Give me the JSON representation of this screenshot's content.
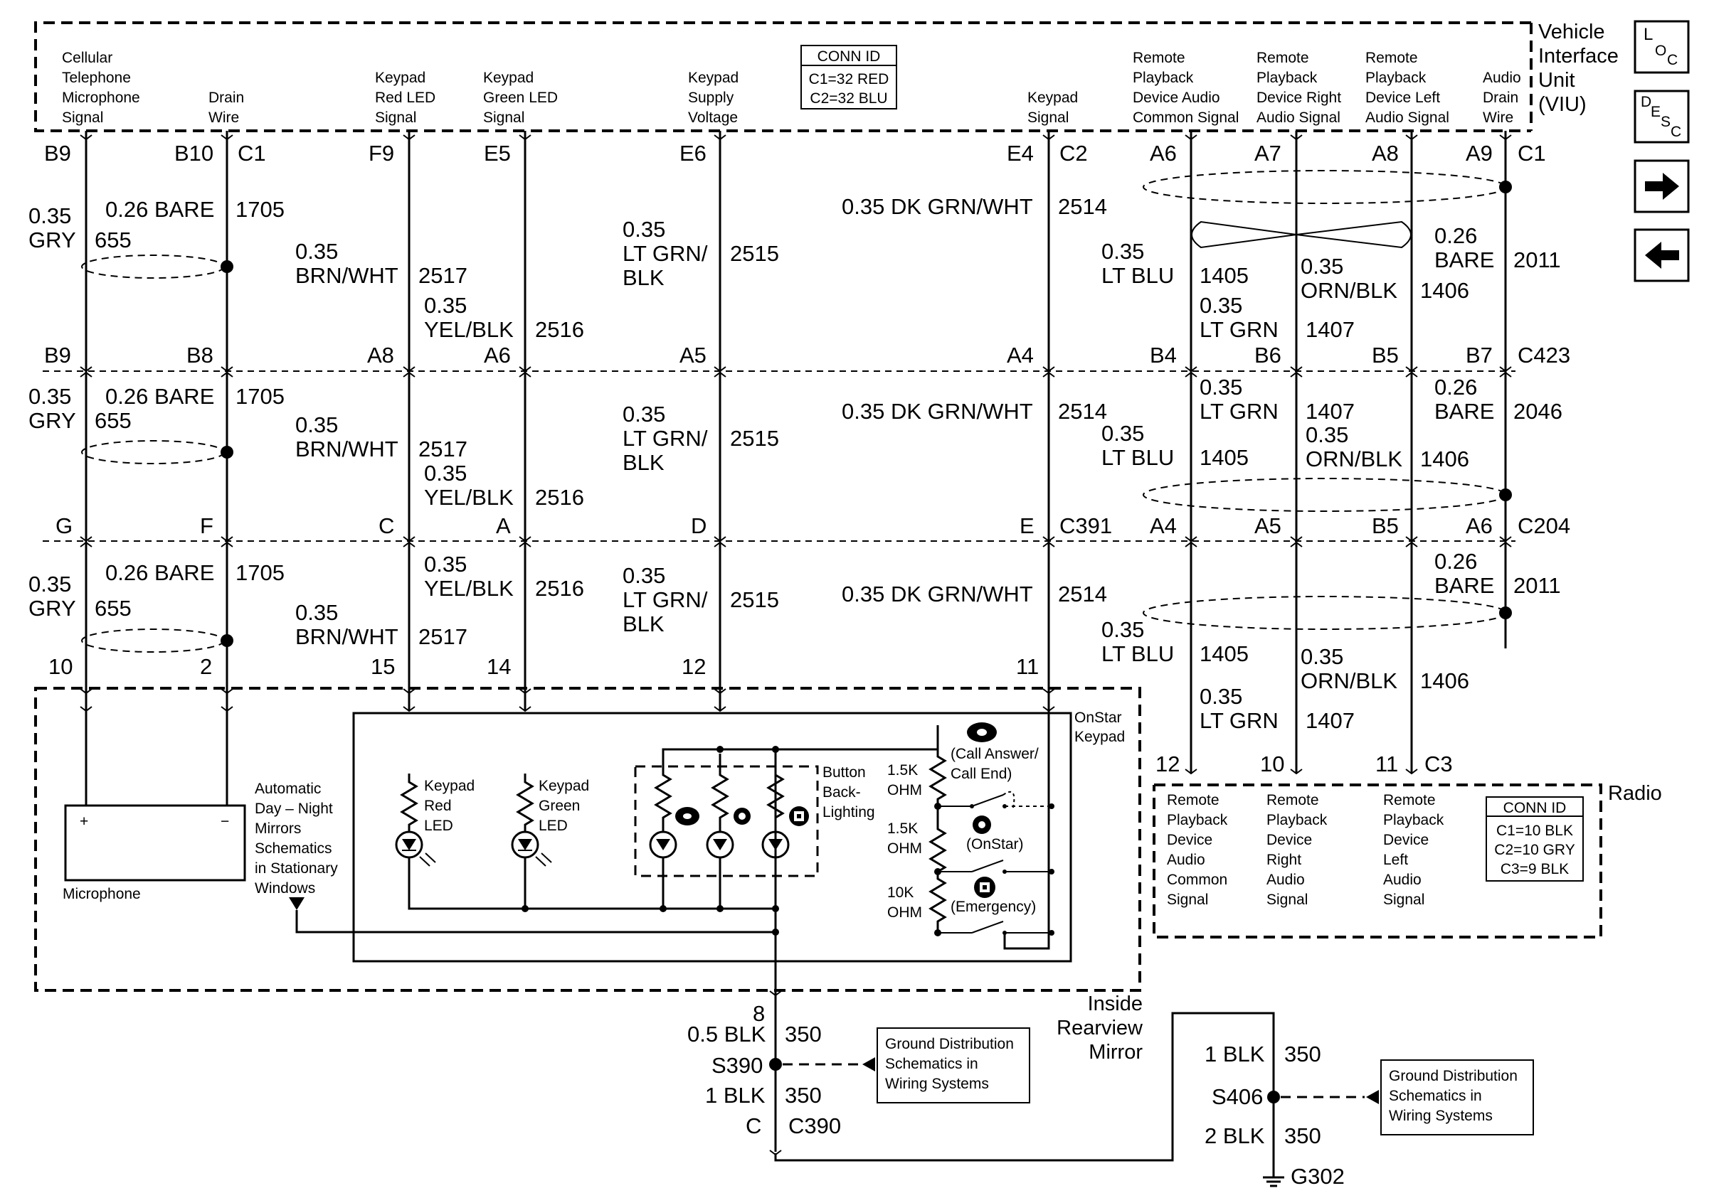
{
  "modules": {
    "viu": {
      "name_lines": [
        "Vehicle",
        "Interface",
        "Unit",
        "(VIU)"
      ]
    },
    "keypad": {
      "name_lines": [
        "OnStar",
        "Keypad"
      ]
    },
    "mirror": {
      "name_lines": [
        "Inside",
        "Rearview",
        "Mirror"
      ]
    },
    "radio": {
      "name": "Radio"
    }
  },
  "conn_id_viu": {
    "title": "CONN ID",
    "rows": [
      "C1=32 RED",
      "C2=32 BLU"
    ]
  },
  "conn_id_radio": {
    "title": "CONN ID",
    "rows": [
      "C1=10 BLK",
      "C2=10 GRY",
      "C3=9 BLK"
    ]
  },
  "viu_pin_labels": [
    [
      "Cellular",
      "Telephone",
      "Microphone",
      "Signal"
    ],
    [
      "Drain",
      "Wire"
    ],
    [
      "Keypad",
      "Red LED",
      "Signal"
    ],
    [
      "Keypad",
      "Green LED",
      "Signal"
    ],
    [
      "Keypad",
      "Supply",
      "Voltage"
    ],
    [
      "Keypad",
      "Signal"
    ],
    [
      "Remote",
      "Playback",
      "Device Audio",
      "Common Signal"
    ],
    [
      "Remote",
      "Playback",
      "Device Right",
      "Audio Signal"
    ],
    [
      "Remote",
      "Playback",
      "Device Left",
      "Audio Signal"
    ],
    [
      "Audio",
      "Drain",
      "Wire"
    ]
  ],
  "radio_pin_labels": [
    [
      "Remote",
      "Playback",
      "Device",
      "Audio",
      "Common",
      "Signal"
    ],
    [
      "Remote",
      "Playback",
      "Device",
      "Right",
      "Audio",
      "Signal"
    ],
    [
      "Remote",
      "Playback",
      "Device",
      "Left",
      "Audio",
      "Signal"
    ]
  ],
  "components": {
    "microphone": "Microphone",
    "mic_plus": "+",
    "mic_minus": "−",
    "auto_mirror_ref": [
      "Automatic",
      "Day – Night",
      "Mirrors",
      "Schematics",
      "in Stationary",
      "Windows"
    ],
    "red_led": [
      "Keypad",
      "Red",
      "LED"
    ],
    "green_led": [
      "Keypad",
      "Green",
      "LED"
    ],
    "backlighting": [
      "Button",
      "Back-",
      "Lighting"
    ],
    "r1": [
      "1.5K",
      "OHM"
    ],
    "r2": [
      "1.5K",
      "OHM"
    ],
    "r3": [
      "10K",
      "OHM"
    ],
    "sw1": [
      "(Call Answer/",
      "Call End)"
    ],
    "sw2": "(OnStar)",
    "sw3": "(Emergency)"
  },
  "pins": {
    "row1": [
      {
        "t": "B9"
      },
      {
        "t": "B10"
      },
      {
        "t": "C1"
      },
      {
        "t": "F9"
      },
      {
        "t": "E5"
      },
      {
        "t": "E6"
      },
      {
        "t": "E4"
      },
      {
        "t": "C2"
      },
      {
        "t": "A6"
      },
      {
        "t": "A7"
      },
      {
        "t": "A8"
      },
      {
        "t": "A9"
      },
      {
        "t": "C1"
      }
    ],
    "row2": [
      {
        "t": "B9"
      },
      {
        "t": "B8"
      },
      {
        "t": "A8"
      },
      {
        "t": "A6"
      },
      {
        "t": "A5"
      },
      {
        "t": "A4"
      },
      {
        "t": "B4"
      },
      {
        "t": "B6"
      },
      {
        "t": "B5"
      },
      {
        "t": "B7"
      },
      {
        "t": "C423"
      }
    ],
    "row3": [
      {
        "t": "G"
      },
      {
        "t": "F"
      },
      {
        "t": "C"
      },
      {
        "t": "A"
      },
      {
        "t": "D"
      },
      {
        "t": "E"
      },
      {
        "t": "C391"
      },
      {
        "t": "A4"
      },
      {
        "t": "A5"
      },
      {
        "t": "B5"
      },
      {
        "t": "A6"
      },
      {
        "t": "C204"
      }
    ],
    "row4": [
      {
        "t": "10"
      },
      {
        "t": "2"
      },
      {
        "t": "15"
      },
      {
        "t": "14"
      },
      {
        "t": "12"
      },
      {
        "t": "11"
      }
    ],
    "radio": [
      {
        "t": "12"
      },
      {
        "t": "10"
      },
      {
        "t": "11"
      },
      {
        "t": "C3"
      }
    ],
    "mirror_ground": [
      {
        "t": "8"
      },
      {
        "t": "C"
      },
      {
        "t": "C390"
      }
    ]
  },
  "wires": {
    "seg1": [
      {
        "t": "0.35"
      },
      {
        "t": "GRY"
      },
      {
        "t": "655"
      },
      {
        "t": "0.26 BARE"
      },
      {
        "t": "1705"
      },
      {
        "t": "0.35"
      },
      {
        "t": "BRN/WHT"
      },
      {
        "t": "2517"
      },
      {
        "t": "0.35"
      },
      {
        "t": "YEL/BLK"
      },
      {
        "t": "2516"
      },
      {
        "t": "0.35"
      },
      {
        "t": "LT GRN/"
      },
      {
        "t": "BLK"
      },
      {
        "t": "2515"
      },
      {
        "t": "0.35 DK GRN/WHT"
      },
      {
        "t": "2514"
      },
      {
        "t": "0.35"
      },
      {
        "t": "LT BLU"
      },
      {
        "t": "1405"
      },
      {
        "t": "0.35"
      },
      {
        "t": "LT GRN"
      },
      {
        "t": "1407"
      },
      {
        "t": "0.35"
      },
      {
        "t": "ORN/BLK"
      },
      {
        "t": "1406"
      },
      {
        "t": "0.26"
      },
      {
        "t": "BARE"
      },
      {
        "t": "2011"
      }
    ],
    "seg2": [
      {
        "t": "0.35"
      },
      {
        "t": "GRY"
      },
      {
        "t": "655"
      },
      {
        "t": "0.26 BARE"
      },
      {
        "t": "1705"
      },
      {
        "t": "0.35"
      },
      {
        "t": "BRN/WHT"
      },
      {
        "t": "2517"
      },
      {
        "t": "0.35"
      },
      {
        "t": "YEL/BLK"
      },
      {
        "t": "2516"
      },
      {
        "t": "0.35"
      },
      {
        "t": "LT GRN/"
      },
      {
        "t": "BLK"
      },
      {
        "t": "2515"
      },
      {
        "t": "0.35 DK GRN/WHT"
      },
      {
        "t": "2514"
      },
      {
        "t": "0.35"
      },
      {
        "t": "LT GRN"
      },
      {
        "t": "1407"
      },
      {
        "t": "0.35"
      },
      {
        "t": "ORN/BLK"
      },
      {
        "t": "1406"
      },
      {
        "t": "0.35"
      },
      {
        "t": "LT BLU"
      },
      {
        "t": "1405"
      },
      {
        "t": "0.26"
      },
      {
        "t": "BARE"
      },
      {
        "t": "2046"
      }
    ],
    "seg3": [
      {
        "t": "0.35"
      },
      {
        "t": "GRY"
      },
      {
        "t": "655"
      },
      {
        "t": "0.26 BARE"
      },
      {
        "t": "1705"
      },
      {
        "t": "0.35"
      },
      {
        "t": "BRN/WHT"
      },
      {
        "t": "2517"
      },
      {
        "t": "0.35"
      },
      {
        "t": "YEL/BLK"
      },
      {
        "t": "2516"
      },
      {
        "t": "0.35"
      },
      {
        "t": "LT GRN/"
      },
      {
        "t": "BLK"
      },
      {
        "t": "2515"
      },
      {
        "t": "0.35 DK GRN/WHT"
      },
      {
        "t": "2514"
      },
      {
        "t": "0.26"
      },
      {
        "t": "BARE"
      },
      {
        "t": "2011"
      },
      {
        "t": "0.35"
      },
      {
        "t": "LT BLU"
      },
      {
        "t": "1405"
      },
      {
        "t": "0.35"
      },
      {
        "t": "ORN/BLK"
      },
      {
        "t": "1406"
      },
      {
        "t": "0.35"
      },
      {
        "t": "LT GRN"
      },
      {
        "t": "1407"
      }
    ],
    "ground_left": [
      {
        "t": "0.5 BLK"
      },
      {
        "t": "350"
      },
      {
        "t": "S390"
      },
      {
        "t": "1 BLK"
      },
      {
        "t": "350"
      }
    ],
    "ground_right": [
      {
        "t": "1 BLK"
      },
      {
        "t": "350"
      },
      {
        "t": "S406"
      },
      {
        "t": "2 BLK"
      },
      {
        "t": "350"
      },
      {
        "t": "G302"
      }
    ]
  },
  "refs": {
    "ground1": [
      "Ground Distribution",
      "Schematics in",
      "Wiring Systems"
    ],
    "ground2": [
      "Ground Distribution",
      "Schematics in",
      "Wiring Systems"
    ]
  },
  "nav": {
    "loc": [
      "L",
      "O",
      "C"
    ],
    "desc": [
      "D",
      "E",
      "S",
      "C"
    ]
  }
}
